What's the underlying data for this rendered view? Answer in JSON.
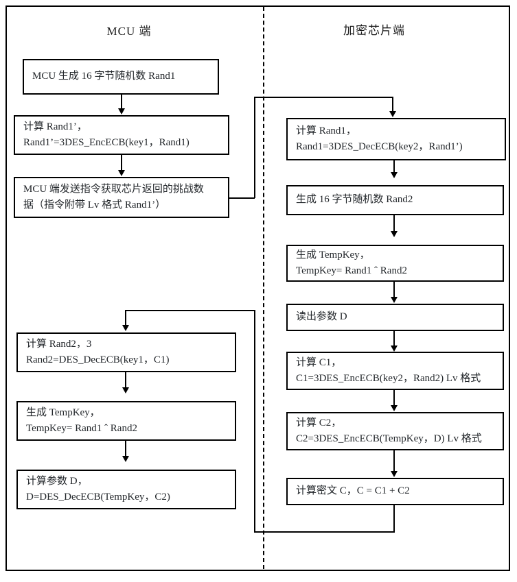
{
  "diagram": {
    "title_left": "MCU 端",
    "title_right": "加密芯片端",
    "left_column": {
      "header": "MCU 端",
      "steps": [
        {
          "id": "mcu-gen-rand1",
          "lines": [
            "MCU 生成 16 字节随机数 Rand1"
          ]
        },
        {
          "id": "mcu-calc-rand1p",
          "lines": [
            "计算 Rand1’，",
            "Rand1’=3DES_EncECB(key1，Rand1)"
          ]
        },
        {
          "id": "mcu-send-cmd",
          "lines": [
            "MCU 端发送指令获取芯片返回的挑战数",
            "据（指令附带 Lv 格式 Rand1’）"
          ]
        },
        {
          "id": "mcu-calc-rand2",
          "lines": [
            "计算 Rand2，3",
            "Rand2=DES_DecECB(key1，C1)"
          ]
        },
        {
          "id": "mcu-gen-tempkey",
          "lines": [
            "生成 TempKey，",
            "TempKey= Rand1 ˆ Rand2"
          ]
        },
        {
          "id": "mcu-calc-d",
          "lines": [
            "计算参数 D，",
            "D=DES_DecECB(TempKey，C2)"
          ]
        }
      ]
    },
    "right_column": {
      "header": "加密芯片端",
      "steps": [
        {
          "id": "chip-calc-rand1",
          "lines": [
            "计算 Rand1，",
            "Rand1=3DES_DecECB(key2，Rand1’)"
          ]
        },
        {
          "id": "chip-gen-rand2",
          "lines": [
            "生成 16 字节随机数 Rand2"
          ]
        },
        {
          "id": "chip-gen-tempkey",
          "lines": [
            "生成 TempKey，",
            "TempKey= Rand1 ˆ Rand2"
          ]
        },
        {
          "id": "chip-read-d",
          "lines": [
            "读出参数 D"
          ]
        },
        {
          "id": "chip-calc-c1",
          "lines": [
            "计算 C1，",
            "C1=3DES_EncECB(key2，Rand2) Lv 格式"
          ]
        },
        {
          "id": "chip-calc-c2",
          "lines": [
            "计算 C2，",
            "C2=3DES_EncECB(TempKey，D) Lv 格式"
          ]
        },
        {
          "id": "chip-calc-c",
          "lines": [
            "计算密文 C，C = C1 + C2"
          ]
        }
      ]
    },
    "colors": {
      "stroke": "#000000",
      "text": "#23272b",
      "background": "#ffffff"
    }
  }
}
